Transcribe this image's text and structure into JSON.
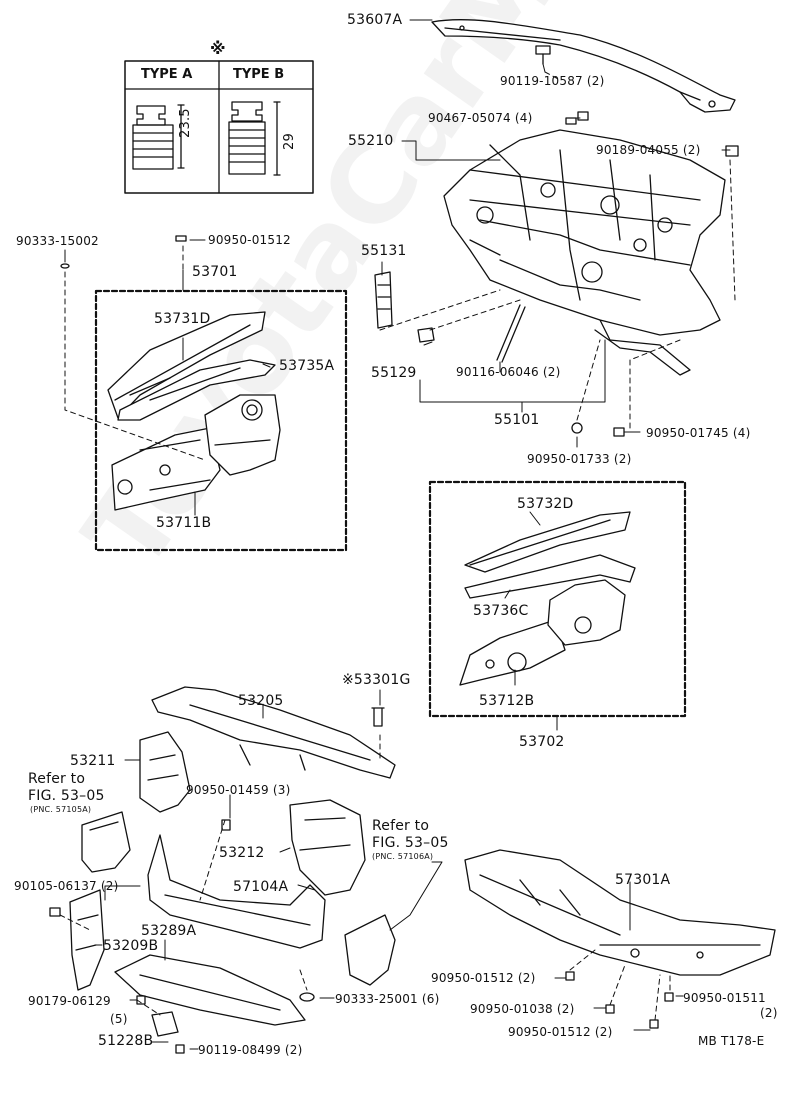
{
  "diagram": {
    "type_table": {
      "mark": "※",
      "type_a": "TYPE A",
      "type_b": "TYPE B",
      "dim_a": "23.5",
      "dim_b": "29"
    },
    "labels": {
      "p53607A": "53607A",
      "p90119_10587": "90119-10587 (2)",
      "p90467": "90467-05074 (4)",
      "p55210": "55210",
      "p90189": "90189-04055 (2)",
      "p90333_15002": "90333-15002",
      "p90950_01512_top": "90950-01512",
      "p53701": "53701",
      "p55131": "55131",
      "p53731D": "53731D",
      "p53735A": "53735A",
      "p55129": "55129",
      "p90116": "90116-06046 (2)",
      "p55101": "55101",
      "p53711B": "53711B",
      "p90950_01745": "90950-01745 (4)",
      "p90950_01733": "90950-01733 (2)",
      "p53732D": "53732D",
      "p53736C": "53736C",
      "p53712B": "53712B",
      "p53702": "53702",
      "p53301G": "※53301G",
      "p53205": "53205",
      "p53211": "53211",
      "refer1_a": "Refer to",
      "refer1_b": "FIG. 53–05",
      "refer1_c": "(PNC. 57105A)",
      "p90950_01459": "90950-01459 (3)",
      "p53212": "53212",
      "refer2_a": "Refer to",
      "refer2_b": "FIG. 53–05",
      "refer2_c": "(PNC. 57106A)",
      "p57104A": "57104A",
      "p90105": "90105-06137 (2)",
      "p53289A": "53289A",
      "p53209B": "53209B",
      "p57301A": "57301A",
      "p90950_01512_b1": "90950-01512 (2)",
      "p90950_01511": "90950-01511",
      "p90950_01511_qty": "(2)",
      "p90950_01038": "90950-01038 (2)",
      "p90950_01512_b2": "90950-01512 (2)",
      "p90179_a": "90179-06129",
      "p90179_b": "(5)",
      "p90333_25001": "90333-25001 (6)",
      "p51228B": "51228B",
      "p90119_08499": "90119-08499 (2)",
      "code": "MB T178-E"
    },
    "watermark": "ToyotaCarMN.ru"
  }
}
